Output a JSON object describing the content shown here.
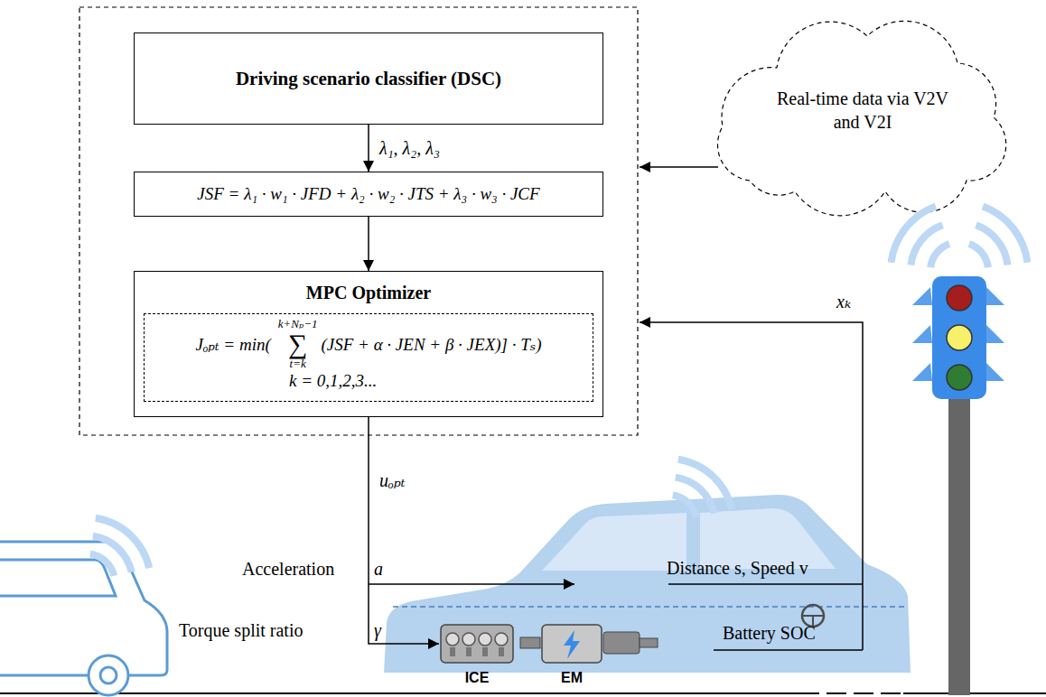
{
  "diagram": {
    "nodes": [
      {
        "text": [
          "Driving scenario classifier (DSC)"
        ]
      },
      {
        "text": [
          "JSF = λ₁ · w₁ · JFD + λ₂ · w₂ · JTS + λ₃ · w₃ · JCF"
        ]
      },
      {
        "text": [
          "MPC Optimizer"
        ]
      },
      {
        "text": [
          "Jₒₚₜ = min(",
          "k+Nₚ−1",
          "∑",
          "t=k",
          "(JSF + α · JEN + β · JEX)] · Tₛ)",
          "k = 0,1,2,3..."
        ],
        "in": 2
      },
      {
        "text": [
          "Real-time data via V2V and V2I"
        ]
      },
      {
        "text": [
          "ICE"
        ]
      },
      {
        "text": [
          "EM"
        ]
      }
    ],
    "edges": [
      {
        "from": 0,
        "to": 1,
        "arrow": "to",
        "label": "λ₁, λ₂, λ₃"
      },
      {
        "from": 1,
        "to": 2,
        "arrow": "to"
      },
      {
        "from": 2,
        "to": 5,
        "arrow": "to",
        "label": "uₒₚₜ"
      }
    ],
    "labels": [
      "Acceleration",
      "a",
      "Torque split ratio",
      "γ",
      "Distance s, Speed v",
      "Battery SOC",
      "xₖ"
    ]
  }
}
